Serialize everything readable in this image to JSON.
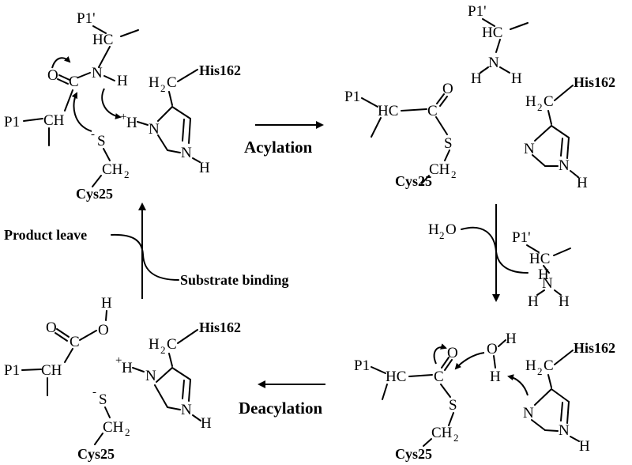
{
  "labels": {
    "acylation": "Acylation",
    "deacylation": "Deacylation",
    "product_leave": "Product leave",
    "substrate_binding": "Substrate binding"
  },
  "atoms": {
    "p1": "P1",
    "p1_prime": "P1'",
    "his162": "His162",
    "cys25": "Cys25",
    "h2c": "H",
    "c": "C",
    "ch": "CH",
    "ch2": "CH",
    "hc": "HC",
    "n": "N",
    "nh": "N",
    "h": "H",
    "o": "O",
    "s": "S",
    "h2o": "H",
    "sub2": "2",
    "plus": "+",
    "minus": "-"
  }
}
